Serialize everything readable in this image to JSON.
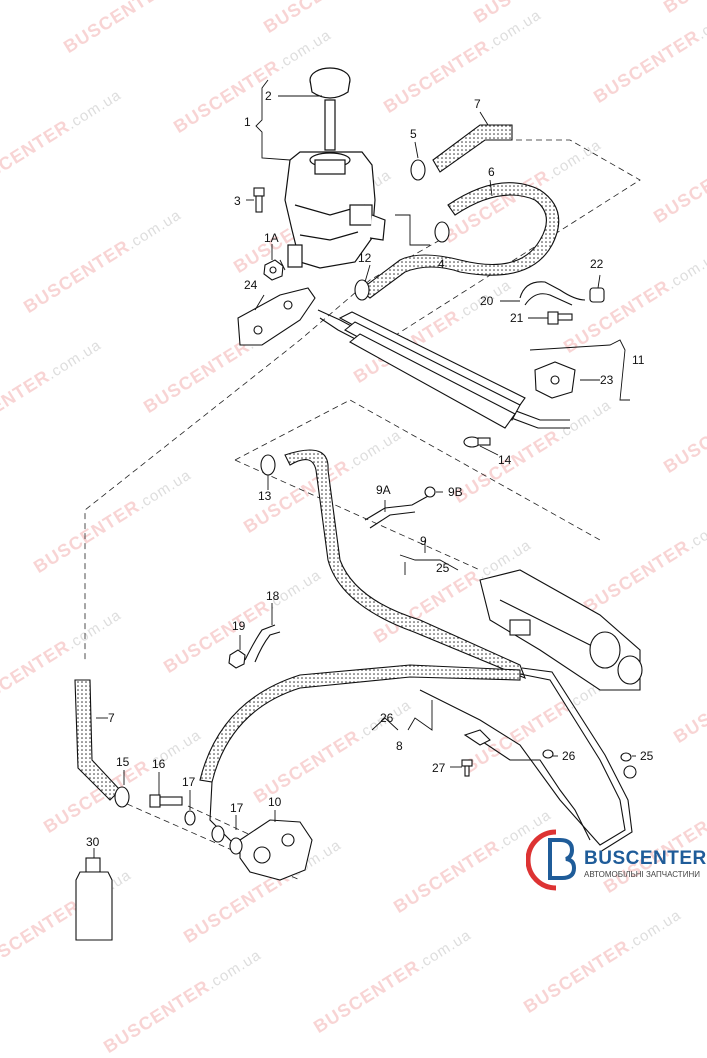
{
  "watermark": {
    "brand": "BUSCENTER",
    "domain": ".com.ua"
  },
  "logo": {
    "title": "BUSCENTER",
    "subtitle": "АВТОМОБІЛЬНІ ЗАПЧАСТИНИ"
  },
  "callouts": {
    "c1": "1",
    "c2": "2",
    "c3": "3",
    "c1a": "1A",
    "c4": "4",
    "c5": "5",
    "c6": "6",
    "c7a": "7",
    "c7b": "7",
    "c8": "8",
    "c9": "9",
    "c9a": "9A",
    "c9b": "9B",
    "c10": "10",
    "c11": "11",
    "c12": "12",
    "c13": "13",
    "c14": "14",
    "c15": "15",
    "c16": "16",
    "c17a": "17",
    "c17b": "17",
    "c18": "18",
    "c19": "19",
    "c20": "20",
    "c21": "21",
    "c22": "22",
    "c23": "23",
    "c24": "24",
    "c25a": "25",
    "c25b": "25",
    "c26a": "26",
    "c26b": "26",
    "c27": "27",
    "c30": "30"
  }
}
